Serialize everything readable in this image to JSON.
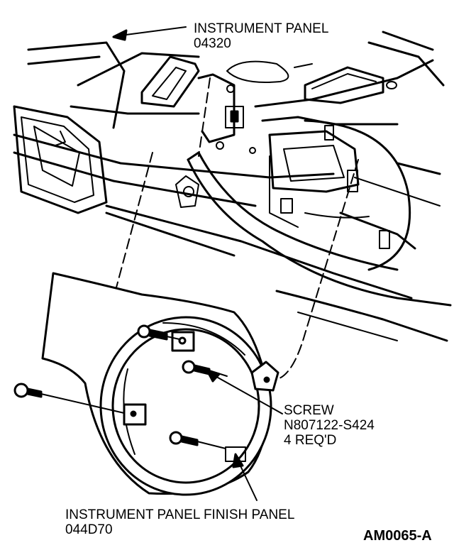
{
  "callouts": {
    "instrument_panel": {
      "name": "INSTRUMENT PANEL",
      "part_number": "04320"
    },
    "screw": {
      "name": "SCREW",
      "part_number": "N807122-S424",
      "quantity": "4 REQ'D"
    },
    "finish_panel": {
      "name": "INSTRUMENT PANEL FINISH PANEL",
      "part_number": "044D70"
    }
  },
  "figure_id": "AM0065-A"
}
